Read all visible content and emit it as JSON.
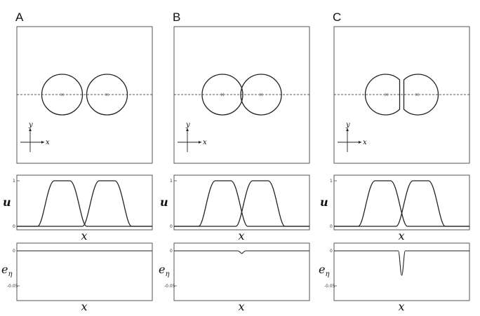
{
  "panels": [
    {
      "letter": "A",
      "state": "separated",
      "overlap": 0.0,
      "error_min": 0.0
    },
    {
      "letter": "B",
      "state": "touching",
      "overlap": 0.05,
      "error_min": -0.004
    },
    {
      "letter": "C",
      "state": "deformed contact",
      "overlap": 0.12,
      "error_min": -0.035
    }
  ],
  "labels": {
    "y_axis": "y",
    "x_axis": "x",
    "u_row": "u",
    "u_row_x": "x",
    "e_row_sub": "η",
    "e_row_main": "e",
    "e_row_x": "x"
  },
  "u_ticks": [
    "1",
    "0"
  ],
  "e_ticks": [
    "0",
    "-0.05"
  ],
  "colors": {
    "line": "#222222",
    "frame": "#555555"
  }
}
